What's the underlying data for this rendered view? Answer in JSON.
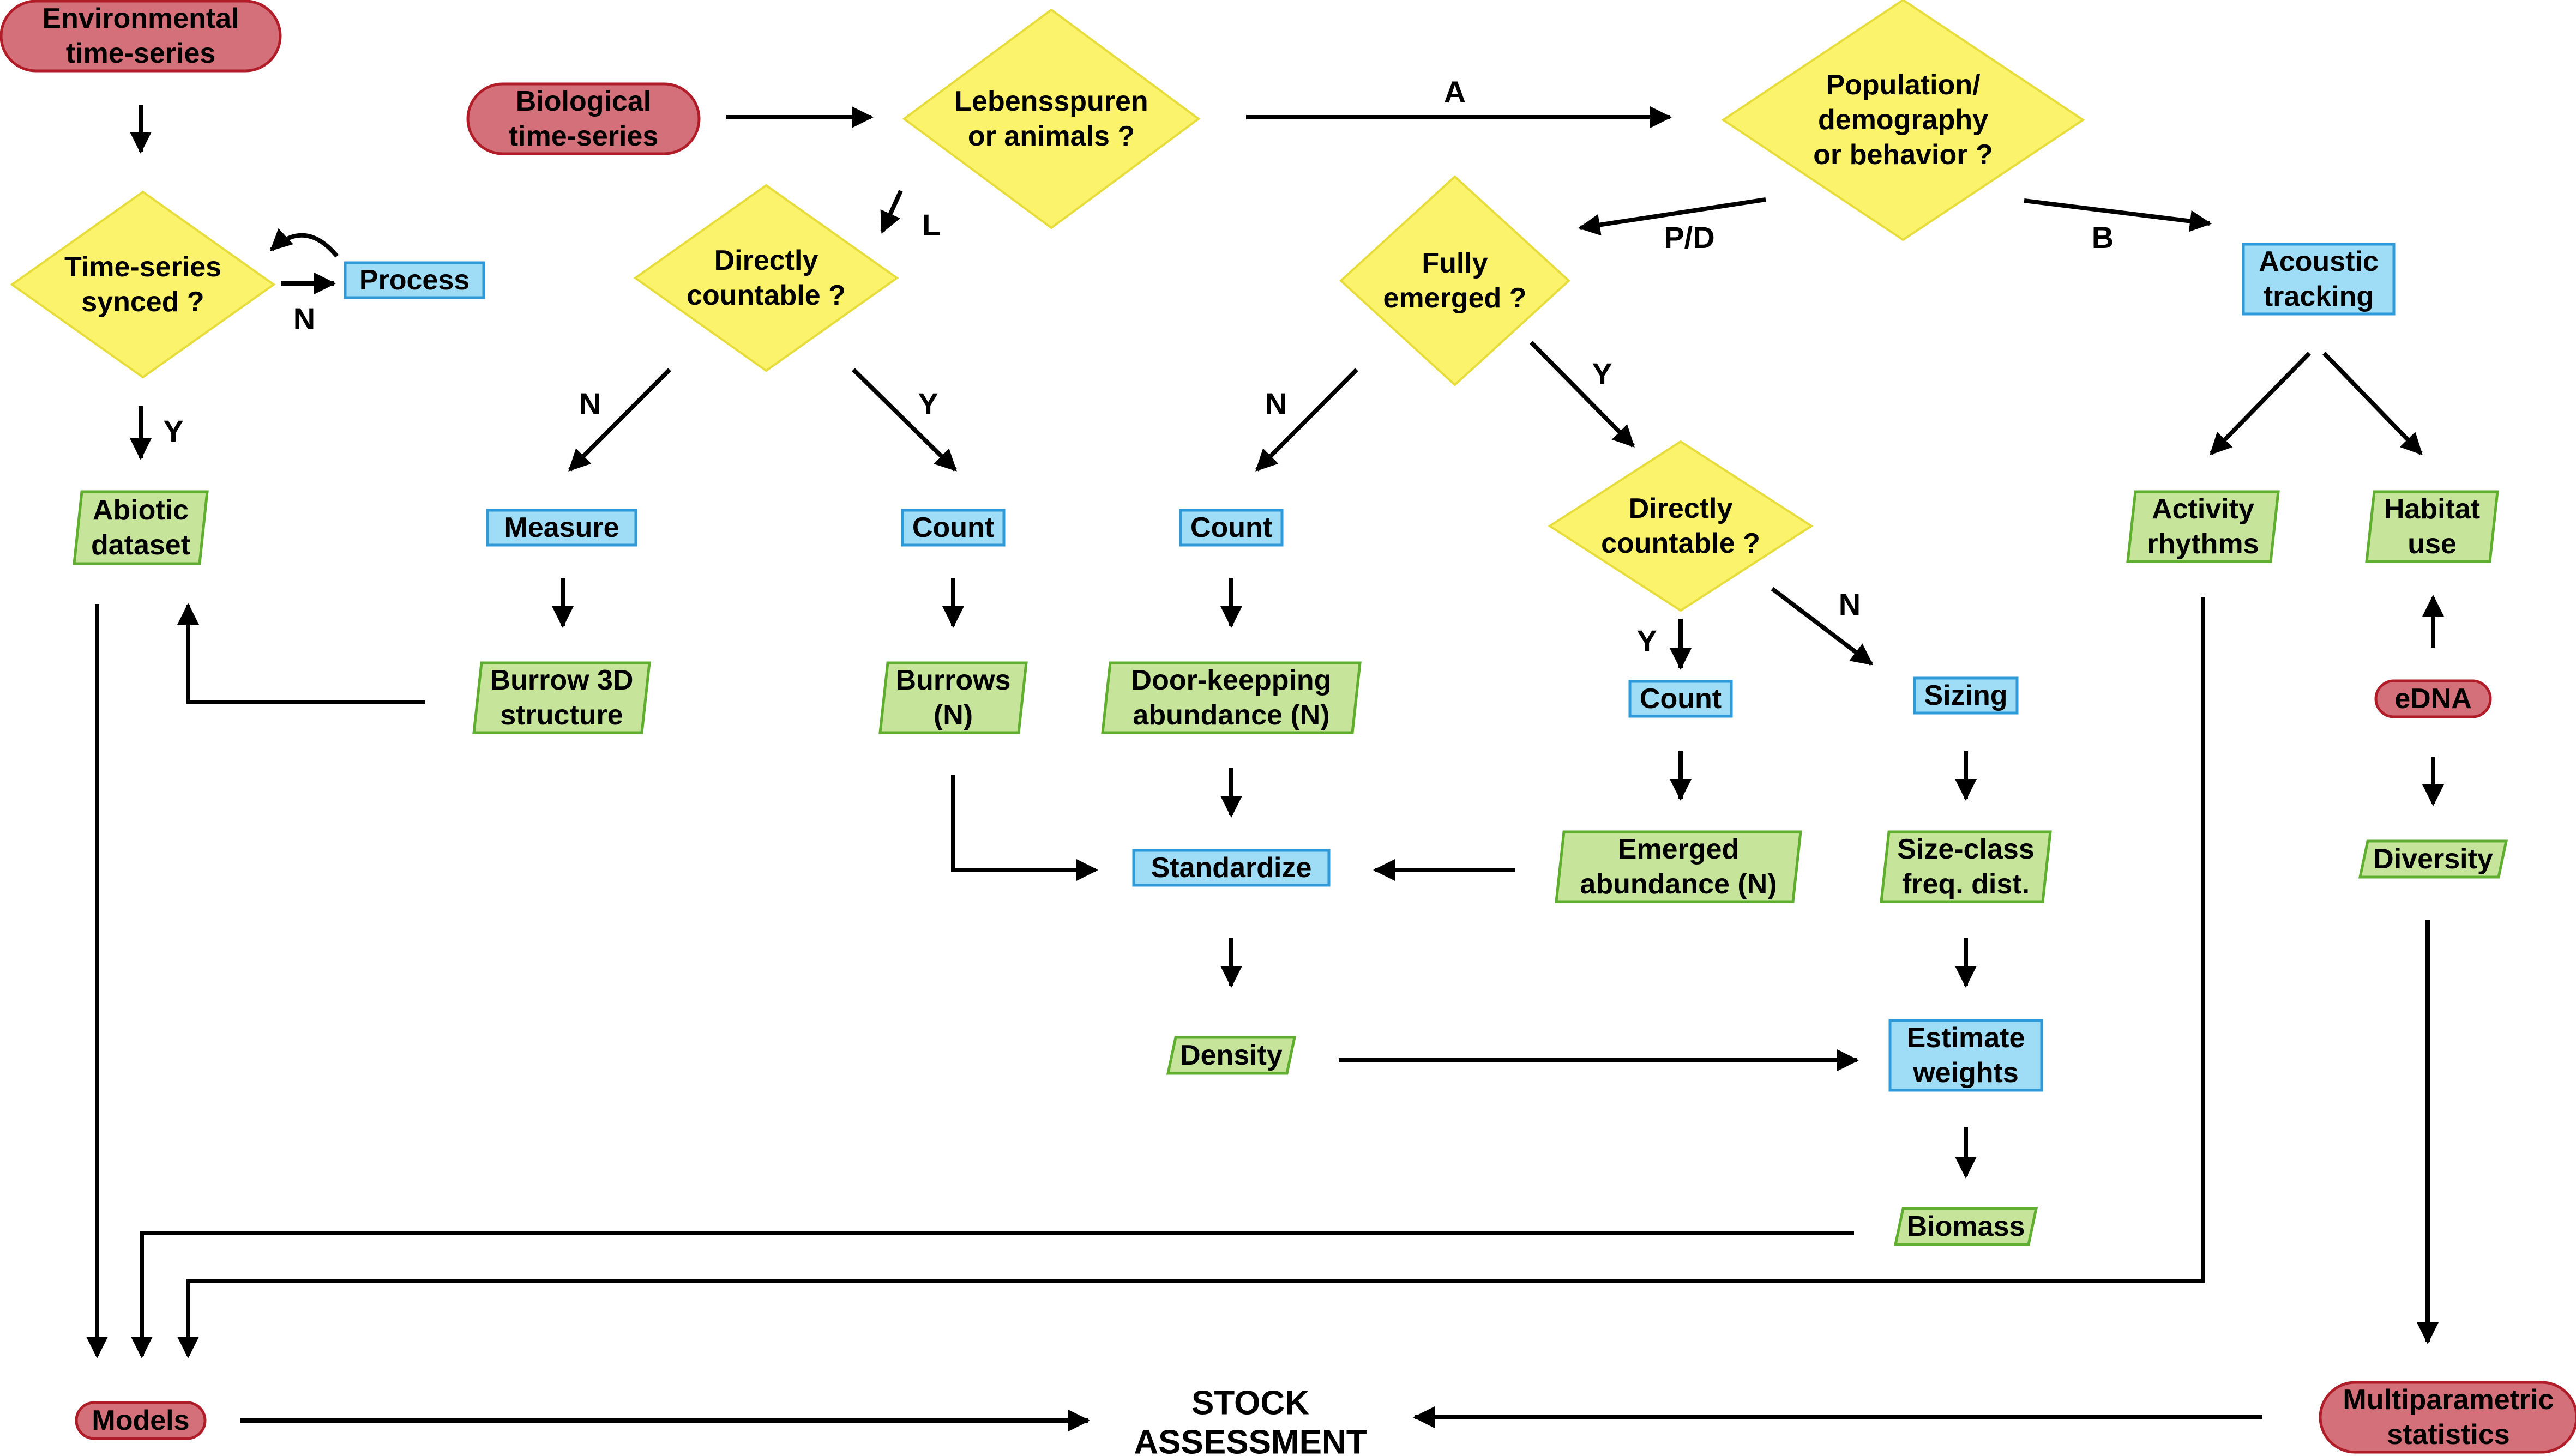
{
  "colors": {
    "terminal_fill": "#d4707a",
    "terminal_stroke": "#b01c28",
    "decision_fill": "#fbf36c",
    "decision_stroke": "#e6dc3c",
    "process_fill": "#9fdcf6",
    "process_stroke": "#2e9ad7",
    "data_fill": "#c7e59a",
    "data_stroke": "#5fae30",
    "line": "#000000"
  },
  "nodes": {
    "env_timeseries": [
      "Environmental",
      "time-series"
    ],
    "bio_timeseries": [
      "Biological",
      "time-series"
    ],
    "edna": [
      "eDNA"
    ],
    "models": [
      "Models"
    ],
    "multiparametric": [
      "Multiparametric",
      "statistics"
    ],
    "stock_assessment": [
      "STOCK",
      "ASSESSMENT"
    ],
    "timeseries_synced": [
      "Time-series",
      "synced ?"
    ],
    "lebensspuren": [
      "Lebensspuren",
      "or animals ?"
    ],
    "population_demography": [
      "Population/",
      "demography",
      "or behavior ?"
    ],
    "directly_countable_1": [
      "Directly",
      "countable ?"
    ],
    "fully_emerged": [
      "Fully",
      "emerged ?"
    ],
    "directly_countable_2": [
      "Directly",
      "countable ?"
    ],
    "process": [
      "Process"
    ],
    "measure": [
      "Measure"
    ],
    "count_1": [
      "Count"
    ],
    "count_2": [
      "Count"
    ],
    "count_3": [
      "Count"
    ],
    "sizing": [
      "Sizing"
    ],
    "standardize": [
      "Standardize"
    ],
    "estimate_weights": [
      "Estimate",
      "weights"
    ],
    "acoustic_tracking": [
      "Acoustic",
      "tracking"
    ],
    "abiotic_dataset": [
      "Abiotic",
      "dataset"
    ],
    "burrow_3d": [
      "Burrow 3D",
      "structure"
    ],
    "burrows_n": [
      "Burrows",
      "(N)"
    ],
    "door_keeping": [
      "Door-keepping",
      "abundance (N)"
    ],
    "emerged_abundance": [
      "Emerged",
      "abundance (N)"
    ],
    "size_class": [
      "Size-class",
      "freq. dist."
    ],
    "density": [
      "Density"
    ],
    "biomass": [
      "Biomass"
    ],
    "activity_rhythms": [
      "Activity",
      "rhythms"
    ],
    "habitat_use": [
      "Habitat",
      "use"
    ],
    "diversity": [
      "Diversity"
    ]
  },
  "edge_labels": {
    "a": "A",
    "b": "B",
    "l": "L",
    "pd": "P/D",
    "synced_n": "N",
    "synced_y": "Y",
    "dc1_n": "N",
    "dc1_y": "Y",
    "fe_n": "N",
    "fe_y": "Y",
    "dc2_y": "Y",
    "dc2_n": "N"
  }
}
